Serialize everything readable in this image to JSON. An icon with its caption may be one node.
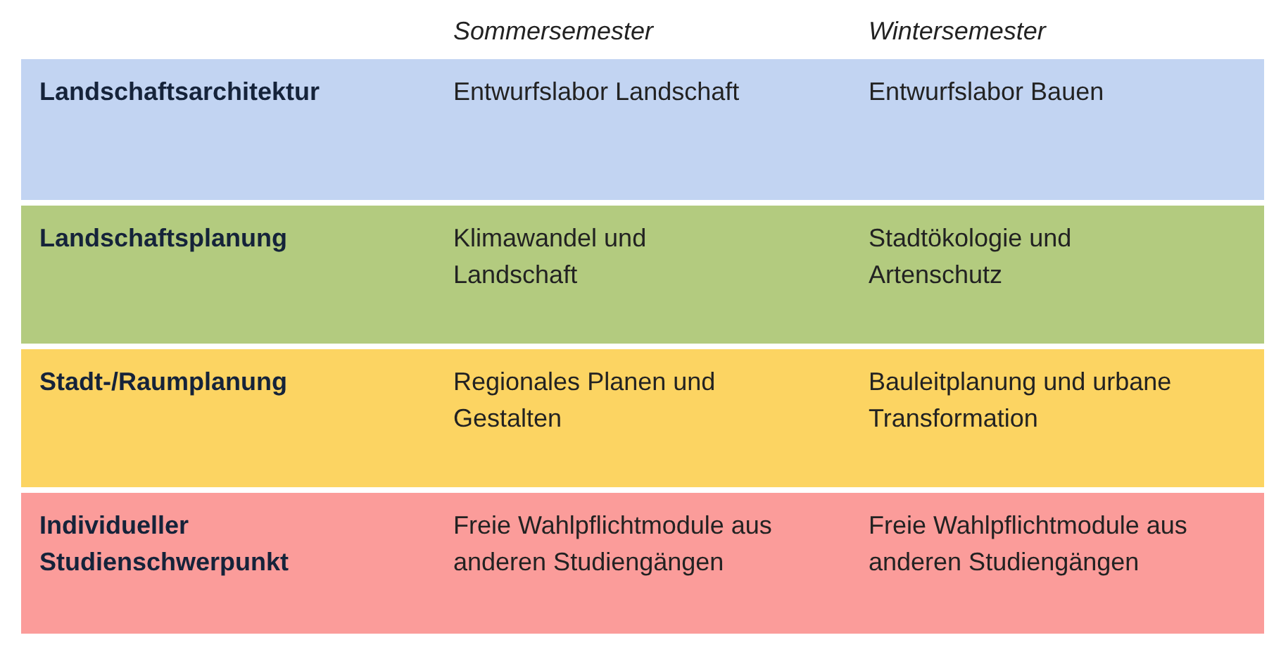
{
  "diagram": {
    "nodes": [
      {
        "text": [
          "Landschaftsarchitektur",
          "Entwurfslabor Landschaft",
          "Entwurfslabor Bauen"
        ]
      },
      {
        "text": [
          "Landschaftsplanung",
          "Klimawandel und Landschaft",
          "Stadtökologie und Artenschutz"
        ]
      },
      {
        "text": [
          "Stadt-/Raumplanung",
          "Regionales Planen und Gestalten",
          "Bauleitplanung und urbane Transformation"
        ]
      },
      {
        "text": [
          "Individueller Studienschwerpunkt",
          "Freie Wahlpflichtmodule aus anderen Studiengängen",
          "Freie Wahlpflichtmodule aus anderen Studiengängen"
        ]
      }
    ],
    "labels": [
      "Sommersemester",
      "Wintersemester"
    ]
  }
}
